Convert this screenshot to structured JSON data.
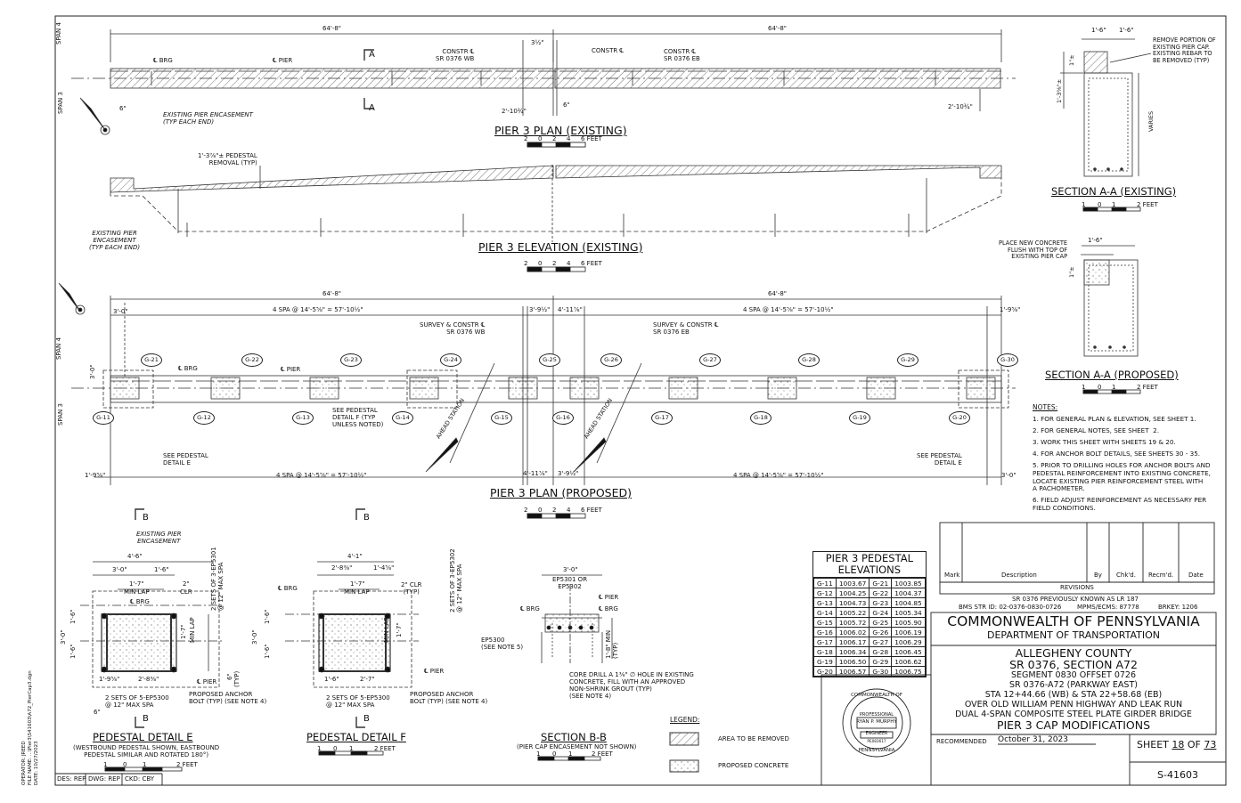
{
  "plan_existing": {
    "title": "PIER 3 PLAN (EXISTING)",
    "scale": [
      "2",
      "0",
      "2",
      "4",
      "6 FEET"
    ],
    "dim_left": "64'-8\"",
    "dim_right": "64'-8\"",
    "brg": "℄ BRG",
    "pier": "℄ PIER",
    "constr_wb": "CONSTR ℄\nSR 0376 WB",
    "constr": "CONSTR ℄",
    "constr_eb": "CONSTR ℄\nSR 0376 EB",
    "d_3half": "3½\"",
    "d_6a": "6\"",
    "d_6b": "6\"",
    "d_2_10a": "2'-10¾\"",
    "d_2_10b": "2'-10¾\"",
    "existing_encasement": "EXISTING PIER ENCASEMENT\n(TYP EACH END)",
    "section_a": "A",
    "span4": "SPAN 4",
    "span3": "SPAN 3"
  },
  "elevation_existing": {
    "title": "PIER 3 ELEVATION  (EXISTING)",
    "pedestal_removal": "1'-3⅞\"± PEDESTAL\nREMOVAL (TYP)",
    "existing_encasement": "EXISTING PIER\nENCASEMENT\n(TYP EACH END)"
  },
  "plan_proposed": {
    "title": "PIER 3 PLAN  (PROPOSED)",
    "dim_left": "64'-8\"",
    "dim_right": "64'-8\"",
    "d_top_1": "3'-0\"",
    "d_top_2": "4 SPA @ 14'-5⅝\" = 57'-10½\"",
    "d_top_3": "3'-9½\"",
    "d_top_4": "4'-11⅞\"",
    "d_top_5": "4 SPA @ 14'-5⅝\" = 57'-10½\"",
    "d_top_6": "1'-9⅝\"",
    "d_bot_1": "1'-9⅝\"",
    "d_bot_2": "4 SPA @ 14'-5⅝\" = 57'-10½\"",
    "d_bot_3": "4'-11⅞\"",
    "d_bot_4": "3'-9½\"",
    "d_bot_5": "4 SPA @ 14'-5⅝\" = 57'-10½\"",
    "d_bot_6": "3'-0\"",
    "survey_wb": "SURVEY & CONSTR ℄\nSR 0376 WB",
    "survey_eb": "SURVEY & CONSTR ℄\nSR 0376 EB",
    "brg": "℄ BRG",
    "pier": "℄ PIER",
    "see_f": "SEE PEDESTAL\nDETAIL F (TYP\nUNLESS NOTED)",
    "see_e_left": "SEE PEDESTAL\nDETAIL E",
    "see_e_right": "SEE PEDESTAL\nDETAIL E",
    "ahead": "AHEAD STATION",
    "d_3_0_side": "3'-0\"",
    "top_labels": [
      "G-21",
      "G-22",
      "G-23",
      "G-24",
      "G-25",
      "G-26",
      "G-27",
      "G-28",
      "G-29",
      "G-30"
    ],
    "bottom_labels": [
      "G-11",
      "G-12",
      "G-13",
      "G-14",
      "G-15",
      "G-16",
      "G-17",
      "G-18",
      "G-19",
      "G-20"
    ]
  },
  "section_existing": {
    "title": "SECTION A-A (EXISTING)",
    "scale": [
      "1",
      "0",
      "1",
      "2 FEET"
    ],
    "d_1": "1'-6\"",
    "d_2": "1'-6\"",
    "d_1half": "1\"±",
    "d_side": "1'-3⅝\"±",
    "varies": "VARIES",
    "remove": "REMOVE PORTION OF\nEXISTING PIER CAP.\nEXISTING REBAR TO\nBE REMOVED (TYP)"
  },
  "section_proposed": {
    "title": "SECTION A-A (PROPOSED)",
    "scale": [
      "1",
      "0",
      "1",
      "2 FEET"
    ],
    "d_1": "1'-6\"",
    "d_side": "1\"±",
    "place": "PLACE NEW CONCRETE\nFLUSH WITH TOP OF\nEXISTING PIER CAP"
  },
  "notes": {
    "heading": "NOTES:",
    "items": [
      "1. FOR GENERAL PLAN & ELEVATION, SEE SHEET 1.",
      "2. FOR GENERAL NOTES, SEE SHEET  2.",
      "3. WORK THIS SHEET WITH SHEETS 19 & 20.",
      "4. FOR ANCHOR BOLT DETAILS, SEE SHEETS 30 - 35.",
      "5. PRIOR TO DRILLING HOLES FOR ANCHOR BOLTS AND\nPEDESTAL REINFORCEMENT INTO EXISTING CONCRETE,\nLOCATE EXISTING PIER REINFORCEMENT STEEL WITH\nA PACHOMETER.",
      "6. FIELD ADJUST REINFORCEMENT AS NECESSARY PER\nFIELD CONDITIONS."
    ]
  },
  "detail_e": {
    "title": "PEDESTAL DETAIL E",
    "caption": "(WESTBOUND PEDESTAL SHOWN, EASTBOUND\nPEDESTAL SIMILAR AND ROTATED 180°)",
    "scale": [
      "1",
      "0",
      "1",
      "2 FEET"
    ],
    "cut": "B",
    "existing": "EXISTING PIER\nENCASEMENT",
    "d_4_6": "4'-6\"",
    "d_3_0": "3'-0\"",
    "d_1_6": "1'-6\"",
    "d_1_7": "1'-7\"",
    "min_lap": "MIN LAP",
    "d_2in": "2\"",
    "clr": "CLR",
    "brg": "℄ BRG",
    "pier": "℄ PIER",
    "d_1_9": "1'-9⅝\"",
    "d_2_8": "2'-8⅜\"",
    "sets_v": "2 SETS OF 3-EP5301\n@ 12\" MAX SPA",
    "sets_h": "2 SETS OF 5-EP5300\n@ 12\" MAX SPA",
    "anchor": "PROPOSED ANCHOR\nBOLT (TYP) (SEE NOTE 4)",
    "d_3_0v": "3'-0\"",
    "d_1_6v": "1'-6\"",
    "d_1_6v2": "1'-6\"",
    "d_1_7v": "1'-7\"",
    "min_lap_v": "MIN LAP",
    "d_6": "6\"",
    "typ": "(TYP)",
    "d_6b": "6\""
  },
  "detail_f": {
    "title": "PEDESTAL DETAIL F",
    "scale": [
      "1",
      "0",
      "1",
      "2 FEET"
    ],
    "cut": "B",
    "d_4_1": "4'-1\"",
    "d_2_8": "2'-8⅜\"",
    "d_1_4": "1'-4⅝\"",
    "d_1_7": "1'-7\"",
    "min_lap": "MIN LAP",
    "clr": "2\" CLR\n(TYP)",
    "brg": "℄ BRG",
    "pier": "℄ PIER",
    "d_1_6": "1'-6\"",
    "d_2_7": "2'-7\"",
    "sets_v": "2 SETS OF 3-EP5302\n@ 12\" MAX SPA",
    "sets_h": "2 SETS OF 5-EP5300\n@ 12\" MAX SPA",
    "anchor": "PROPOSED ANCHOR\nBOLT (TYP) (SEE NOTE 4)",
    "d_3_0v": "3'-0\"",
    "d_1_6v": "1'-6\"",
    "d_1_6v2": "1'-6\"",
    "d_1_7v": "1'-7\"",
    "min_lap_v": "MIN LAP"
  },
  "section_bb": {
    "title": "SECTION B-B",
    "caption": "(PIER CAP ENCASEMENT NOT SHOWN)",
    "scale": [
      "1",
      "0",
      "1",
      "2 FEET"
    ],
    "d_3_0": "3'-0\"",
    "ep5301": "EP5301 OR\nEP5302",
    "ep5300": "EP5300\n(SEE NOTE 5)",
    "pier": "℄ PIER",
    "brg": "℄ BRG",
    "brg2": "℄ BRG",
    "min": "1'-8\" MIN\n(TYP)",
    "core": "CORE DRILL A 1⅜\" ∅ HOLE IN EXISTING\nCONCRETE, FILL WITH AN APPROVED\nNON-SHRINK GROUT (TYP)\n(SEE NOTE 4)"
  },
  "legend": {
    "heading": "LEGEND:",
    "remove": "AREA TO BE REMOVED",
    "proposed": "PROPOSED CONCRETE"
  },
  "elevations_table": {
    "title": "PIER 3 PEDESTAL\nELEVATIONS",
    "rows": [
      [
        "G-11",
        "1003.67",
        "G-21",
        "1003.85"
      ],
      [
        "G-12",
        "1004.25",
        "G-22",
        "1004.37"
      ],
      [
        "G-13",
        "1004.73",
        "G-23",
        "1004.85"
      ],
      [
        "G-14",
        "1005.22",
        "G-24",
        "1005.34"
      ],
      [
        "G-15",
        "1005.72",
        "G-25",
        "1005.90"
      ],
      [
        "G-16",
        "1006.02",
        "G-26",
        "1006.19"
      ],
      [
        "G-17",
        "1006.17",
        "G-27",
        "1006.29"
      ],
      [
        "G-18",
        "1006.34",
        "G-28",
        "1006.45"
      ],
      [
        "G-19",
        "1006.50",
        "G-29",
        "1006.62"
      ],
      [
        "G-20",
        "1006.57",
        "G-30",
        "1006.75"
      ]
    ]
  },
  "revisions": {
    "headers": [
      "Mark",
      "Description",
      "By",
      "Chk'd.",
      "Recm'd.",
      "Date"
    ],
    "caption": "REVISIONS"
  },
  "title_block": {
    "previously": "SR 0376 PREVIOUSLY KNOWN AS LR 187",
    "bms": "BMS STR ID: 02-0376-0830-0726",
    "mpms": "MPMS/ECMS: 87778",
    "brkey": "BRKEY: 1206",
    "commonwealth": "COMMONWEALTH OF PENNSYLVANIA",
    "department": "DEPARTMENT OF TRANSPORTATION",
    "county": "ALLEGHENY COUNTY",
    "sr": "SR 0376, SECTION A72",
    "segment": "SEGMENT 0830   OFFSET 0726",
    "parkway": "SR 0376-A72 (PARKWAY EAST)",
    "sta": "STA 12+44.66 (WB) & STA 22+58.68 (EB)",
    "over": "OVER OLD WILLIAM PENN HIGHWAY AND LEAK RUN",
    "bridge": "DUAL 4-SPAN COMPOSITE STEEL PLATE GIRDER BRIDGE",
    "sheet_title": "PIER 3 CAP MODIFICATIONS",
    "recommended_label": "RECOMMENDED",
    "recommended_date": "October 31, 2023",
    "sheet_word": "SHEET",
    "sheet_num": "18",
    "of_word": "OF",
    "sheet_total": "73",
    "drawing_no": "S-41603",
    "seal_top": "COMMONWEALTH OF",
    "seal_bottom": "PENNSYLVANIA",
    "seal_prof": "PROFESSIONAL",
    "seal_name": "RYAN P. MURPHY",
    "seal_eng": "ENGINEER",
    "seal_no": "PE083617"
  },
  "footer": {
    "des": "DES: REP",
    "dwg": "DWG: REP",
    "ckd": "CKD: CBY",
    "side": [
      "OPERATOR: JREED",
      "FILE NAME: ...\\Pier3\\S41603\\A72_PierCap3.dgn",
      "DATE: 10/27/2023"
    ]
  }
}
